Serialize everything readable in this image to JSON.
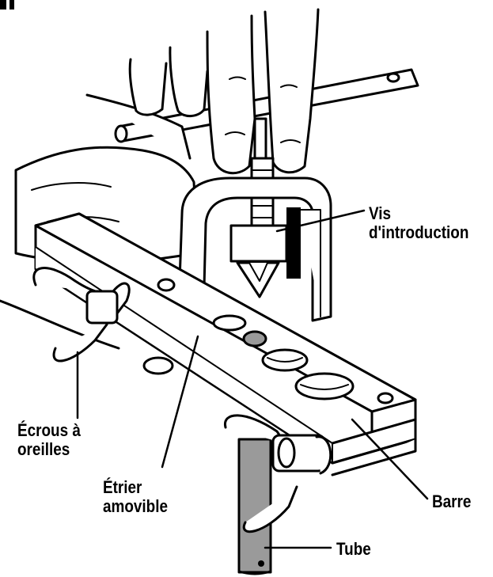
{
  "labels": {
    "vis": [
      "Vis",
      "d'introduction"
    ],
    "ecrous": [
      "Écrous à",
      "oreilles"
    ],
    "etrier": [
      "Étrier",
      "amovible"
    ],
    "barre": "Barre",
    "tube": "Tube"
  },
  "colors": {
    "ink": "#000000",
    "paper": "#ffffff",
    "tube": "#9a9a9a",
    "pin": "#b8b8b8"
  }
}
